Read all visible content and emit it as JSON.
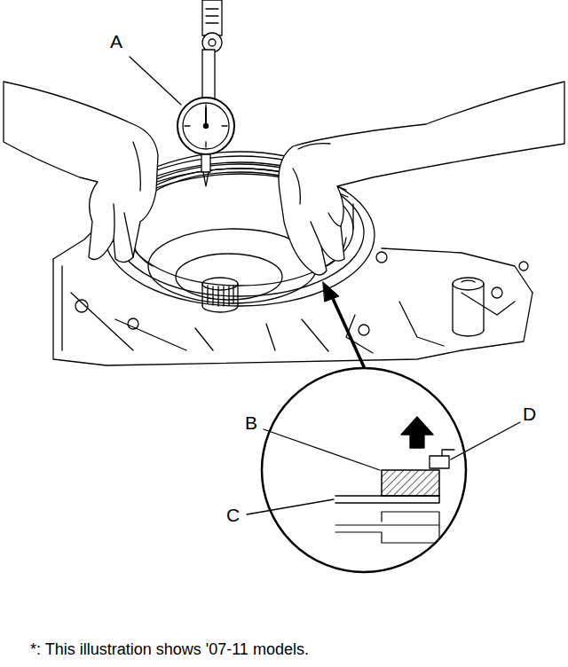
{
  "diagram": {
    "caption": "*: This illustration shows '07-11 models.",
    "labels": [
      "A",
      "B",
      "C",
      "D"
    ]
  }
}
